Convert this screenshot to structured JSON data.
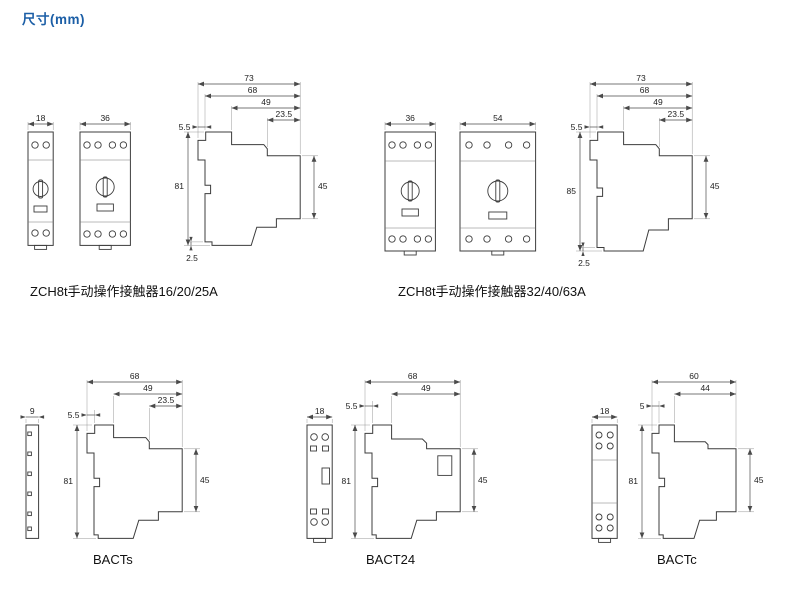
{
  "page": {
    "title": "尺寸(mm)"
  },
  "groups": {
    "zch8t_small": {
      "caption": "ZCH8t手动操作接触器16/20/25A",
      "front1_width": "18",
      "front2_width": "36",
      "side": {
        "total_depth": "73",
        "body_depth": "68",
        "upper_depth": "49",
        "front_step": "23.5",
        "back_ledge": "5.5",
        "height": "81",
        "front_height": "45",
        "bottom_clip": "2.5"
      }
    },
    "zch8t_large": {
      "caption": "ZCH8t手动操作接触器32/40/63A",
      "front1_width": "36",
      "front2_width": "54",
      "side": {
        "total_depth": "73",
        "body_depth": "68",
        "upper_depth": "49",
        "front_step": "23.5",
        "back_ledge": "5.5",
        "height": "85",
        "front_height": "45",
        "bottom_clip": "2.5"
      }
    },
    "bacts": {
      "caption": "BACTs",
      "front_width": "9",
      "side": {
        "body_depth": "68",
        "upper_depth": "49",
        "front_step": "23.5",
        "back_ledge": "5.5",
        "height": "81",
        "front_height": "45"
      }
    },
    "bact24": {
      "caption": "BACT24",
      "front_width": "18",
      "side": {
        "body_depth": "68",
        "upper_depth": "49",
        "back_ledge": "5.5",
        "height": "81",
        "front_height": "45"
      }
    },
    "bactc": {
      "caption": "BACTc",
      "front_width": "18",
      "side": {
        "body_depth": "60",
        "upper_depth": "44",
        "back_ledge": "5",
        "height": "81",
        "front_height": "45"
      }
    }
  }
}
